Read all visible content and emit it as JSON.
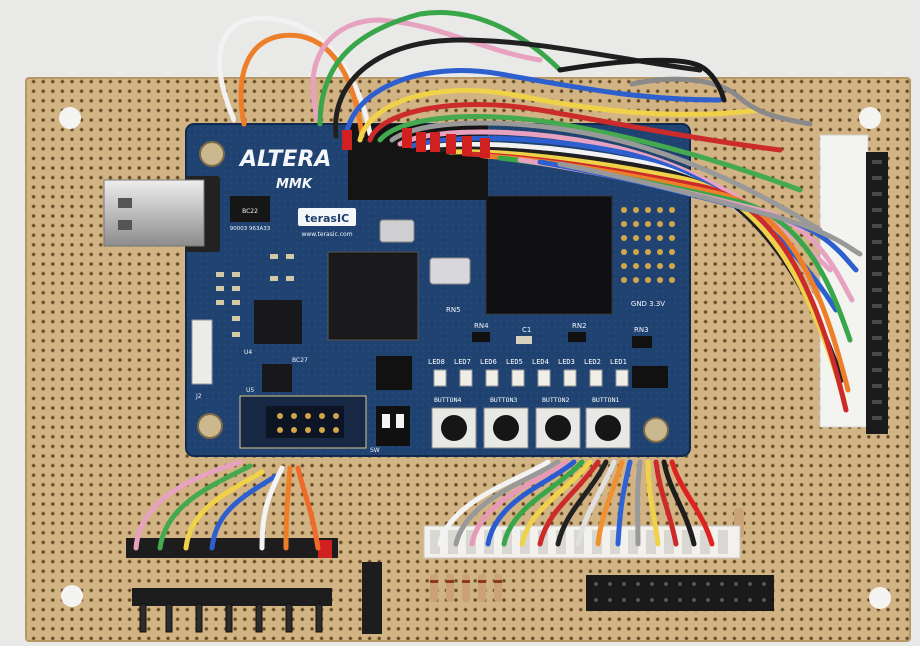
{
  "board": {
    "brand_logo": "ALTERA",
    "model": "MMK",
    "maker": "terasIC",
    "maker_url": "www.terasic.com",
    "chip_code": "BC22",
    "chip_text": "90003 963A33",
    "power_text": "GND 3.3V"
  },
  "leds": {
    "labels": [
      "LED8",
      "LED7",
      "LED6",
      "LED5",
      "LED4",
      "LED3",
      "LED2",
      "LED1"
    ]
  },
  "buttons": {
    "labels": [
      "BUTTON4",
      "BUTTON3",
      "BUTTON2",
      "BUTTON1"
    ]
  },
  "components": {
    "rn_labels": [
      "RN4",
      "RN2",
      "RN3",
      "C1",
      "RN5"
    ],
    "misc": [
      "U5",
      "U4",
      "BC27",
      "J2",
      "SW"
    ]
  },
  "colors": {
    "perfboard": "#cfb081",
    "pcb": "#1e3f6b",
    "wall": "#e9e9e7"
  }
}
